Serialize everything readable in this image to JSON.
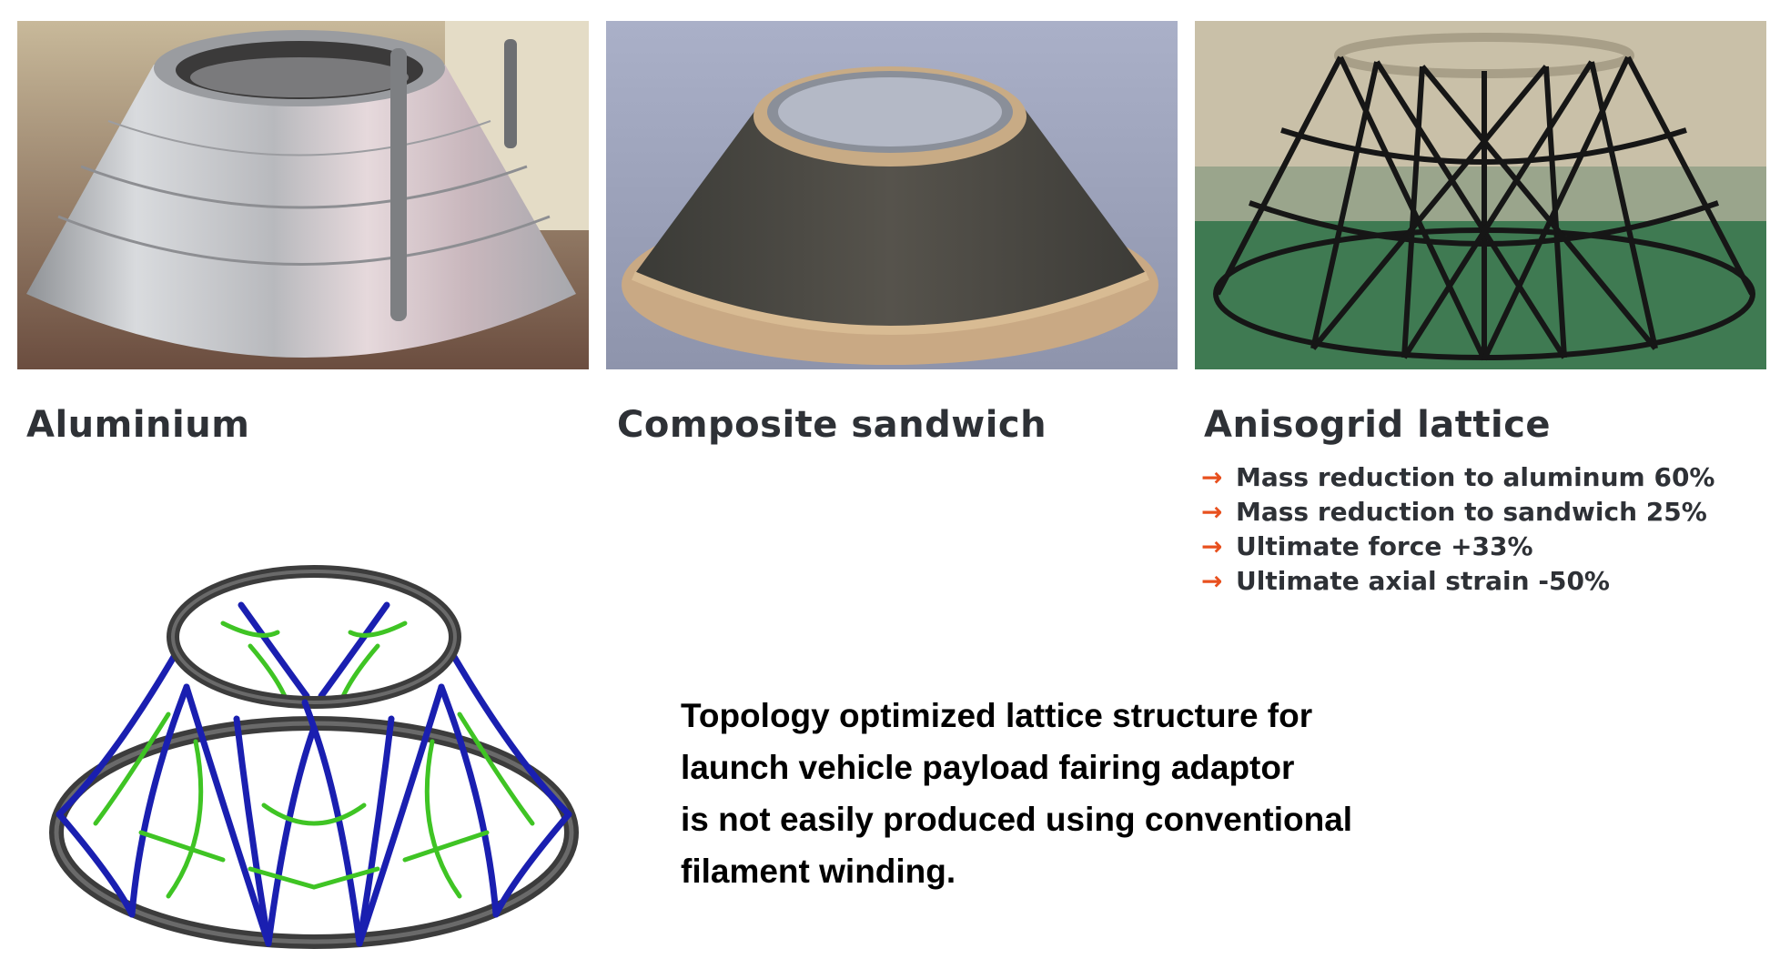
{
  "materials": [
    {
      "caption": "Aluminium"
    },
    {
      "caption": "Composite sandwich"
    },
    {
      "caption": "Anisogrid lattice"
    }
  ],
  "bullet_marker": "→",
  "benefits": [
    "Mass reduction to aluminum 60%",
    "Mass reduction to sandwich 25%",
    "Ultimate force +33%",
    "Ultimate axial strain -50%"
  ],
  "statement": [
    "Topology optimized lattice structure for",
    "launch vehicle payload fairing adaptor",
    "is not easily produced using conventional",
    "filament winding."
  ],
  "colors": {
    "caption_text": "#2e3136",
    "arrow": "#e8501e",
    "lattice_blue": "#1a1fb0",
    "lattice_green": "#3fc424",
    "ring_gray": "#3c3c3c"
  }
}
